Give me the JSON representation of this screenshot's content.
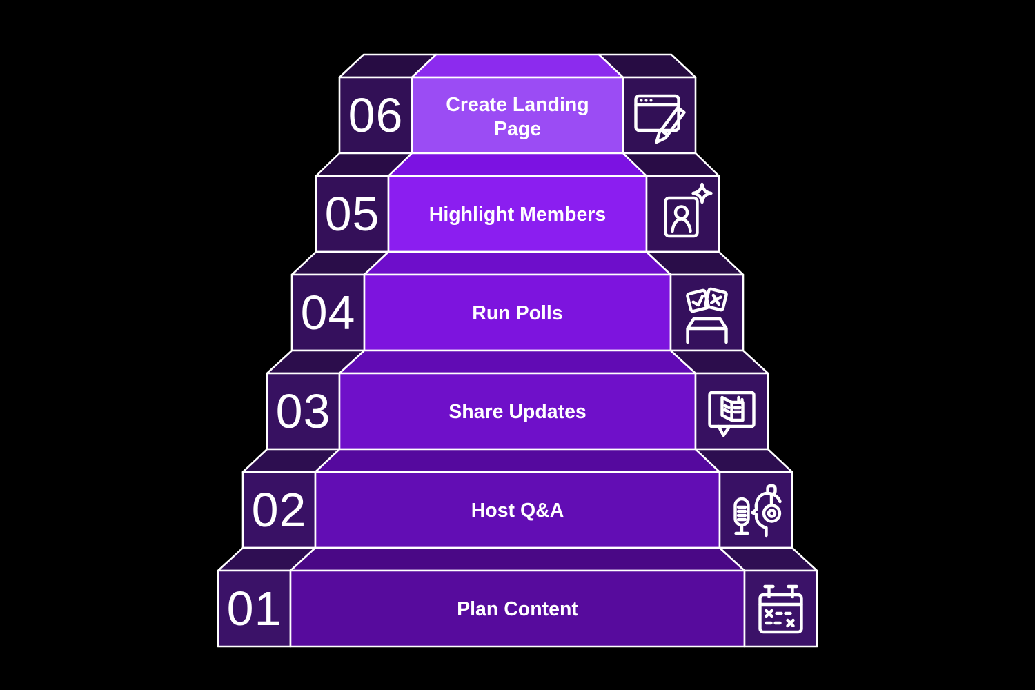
{
  "diagram": {
    "type": "staircase-infographic",
    "background_color": "#000000",
    "outline_color": "#ffffff",
    "text_color": "#ffffff",
    "steps": [
      {
        "number": "01",
        "label": "Plan Content",
        "icon": "calendar-plan-icon",
        "face_color": "#570b9d",
        "tread_color": "#4a0886",
        "side_color": "#3b1268",
        "side_tread_color": "#2f0e53"
      },
      {
        "number": "02",
        "label": "Host Q&A",
        "icon": "qa-microphone-icon",
        "face_color": "#620db4",
        "tread_color": "#55099e",
        "side_color": "#391165",
        "side_tread_color": "#2d0e50"
      },
      {
        "number": "03",
        "label": "Share Updates",
        "icon": "news-bubble-icon",
        "face_color": "#6f10c9",
        "tread_color": "#610bb4",
        "side_color": "#371161",
        "side_tread_color": "#2c0d4c"
      },
      {
        "number": "04",
        "label": "Run Polls",
        "icon": "poll-ballots-icon",
        "face_color": "#7d14de",
        "tread_color": "#6e0ecb",
        "side_color": "#35105d",
        "side_tread_color": "#2a0d49"
      },
      {
        "number": "05",
        "label": "Highlight Members",
        "icon": "member-spotlight-icon",
        "face_color": "#8b1ef0",
        "tread_color": "#7c12e2",
        "side_color": "#341059",
        "side_tread_color": "#290c46"
      },
      {
        "number": "06",
        "label": "Create Landing Page",
        "label_line1": "Create Landing",
        "label_line2": "Page",
        "icon": "landing-page-icon",
        "face_color": "#9b4cf4",
        "tread_color": "#8c2bee",
        "side_color": "#321056",
        "side_tread_color": "#270c43"
      }
    ]
  }
}
